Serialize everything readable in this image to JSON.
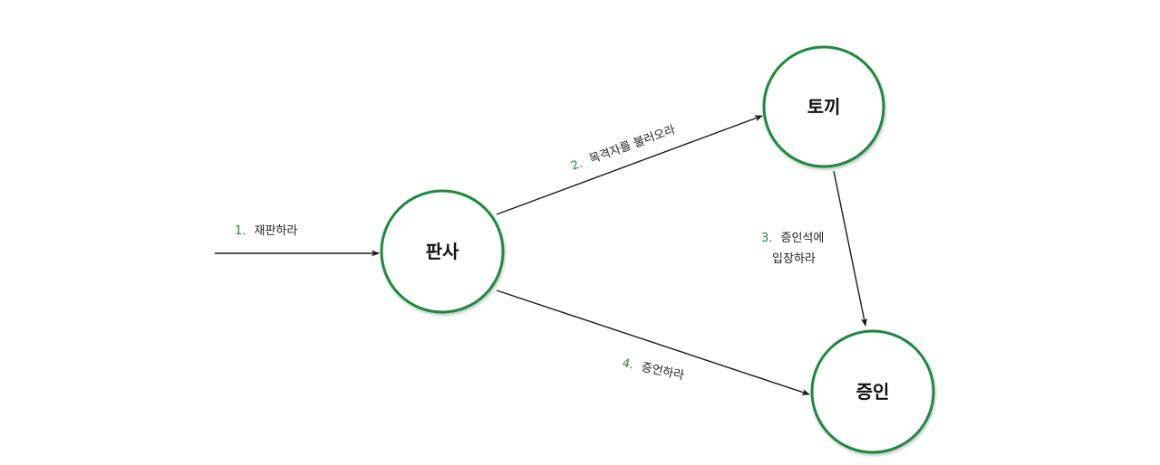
{
  "colors": {
    "node_border": "#1e8a3c",
    "step_number": "#1e8a3c",
    "arrow": "#1a1a1a",
    "text": "#111111"
  },
  "nodes": {
    "judge": "판사",
    "rabbit": "토끼",
    "witness": "증인"
  },
  "edges": {
    "e1": {
      "number": "1.",
      "label": "재판하라"
    },
    "e2": {
      "number": "2.",
      "label": "목격자를 불러오라"
    },
    "e3": {
      "number": "3.",
      "label_line1": "증인석에",
      "label_line2": "입장하라"
    },
    "e4": {
      "number": "4.",
      "label": "증언하라"
    }
  }
}
